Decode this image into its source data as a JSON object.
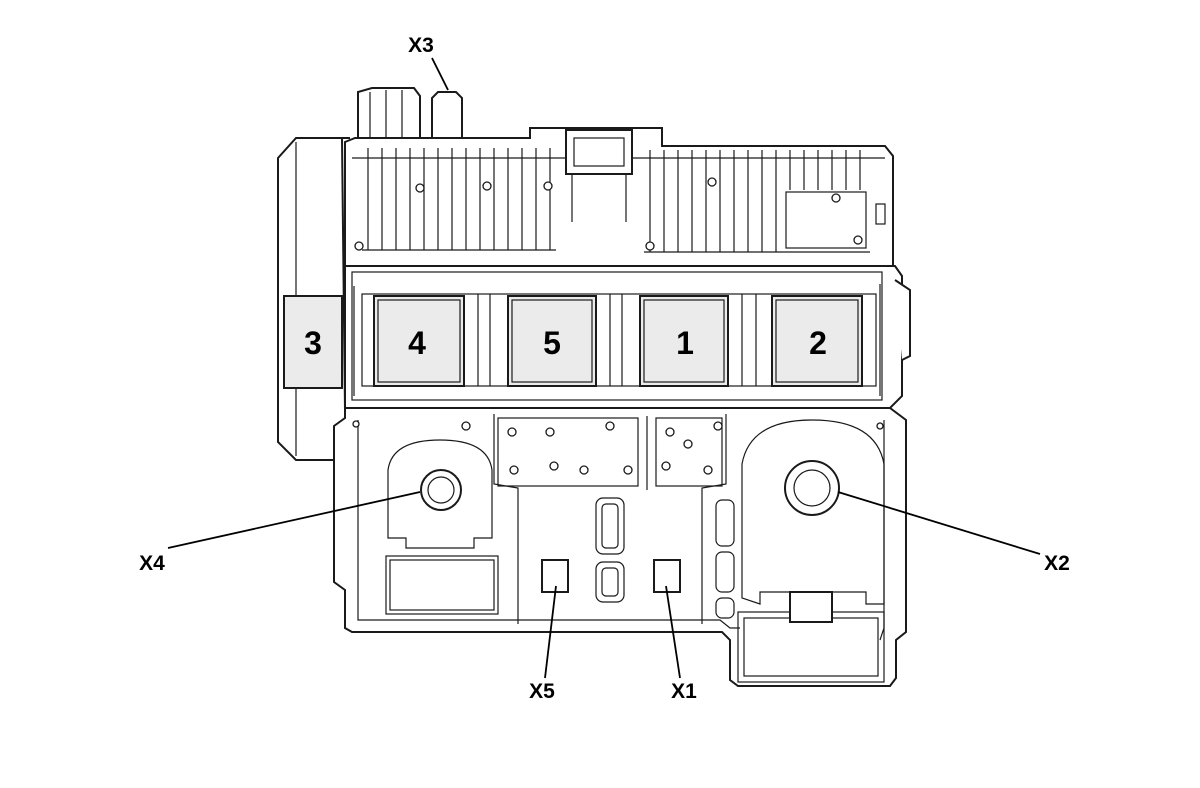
{
  "fuses": [
    {
      "label": "3"
    },
    {
      "label": "4"
    },
    {
      "label": "5"
    },
    {
      "label": "1"
    },
    {
      "label": "2"
    }
  ],
  "connectors": [
    {
      "label": "X3"
    },
    {
      "label": "X4"
    },
    {
      "label": "X2"
    },
    {
      "label": "X5"
    },
    {
      "label": "X1"
    }
  ]
}
